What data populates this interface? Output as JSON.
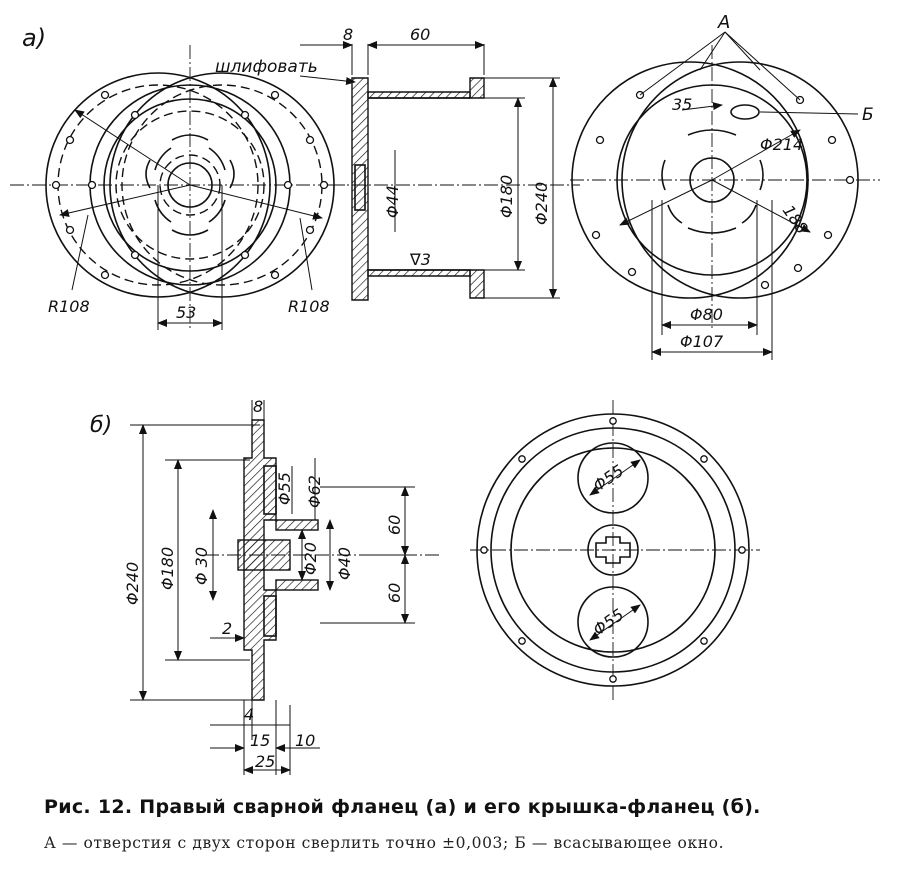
{
  "figure": {
    "caption_title": "Рис. 12. Правый сварной фланец (а) и его крышка-фланец (б).",
    "caption_note": "А — отверстия с двух сторон сверлить точно ±0,003; Б — всасывающее окно."
  },
  "view_a": {
    "label": "а)",
    "grind_note": "шлифовать",
    "label_A": "А",
    "label_B": "Б",
    "dims": {
      "r108_left": "R108",
      "r108_right": "R108",
      "d53": "53",
      "d8": "8",
      "d60": "60",
      "phi44": "Φ44",
      "phi180": "Φ180",
      "phi240": "Φ240",
      "rough3": "∇3",
      "d35": "35",
      "phi214": "Φ214",
      "d188": "188",
      "phi80": "Φ80",
      "phi107": "Φ107"
    }
  },
  "view_b": {
    "label": "б)",
    "dims": {
      "d8": "8",
      "phi55_side": "Φ55",
      "phi62": "Φ62",
      "phi30": "Φ 30",
      "phi20": "Φ20",
      "phi40": "Φ40",
      "d60_top": "60",
      "d60_bottom": "60",
      "phi180": "Φ180",
      "phi240": "Φ240",
      "d2": "2",
      "d4": "4",
      "d15": "15",
      "d10": "10",
      "d25": "25",
      "phi55_top": "Φ55",
      "phi55_bottom": "Φ55"
    }
  }
}
